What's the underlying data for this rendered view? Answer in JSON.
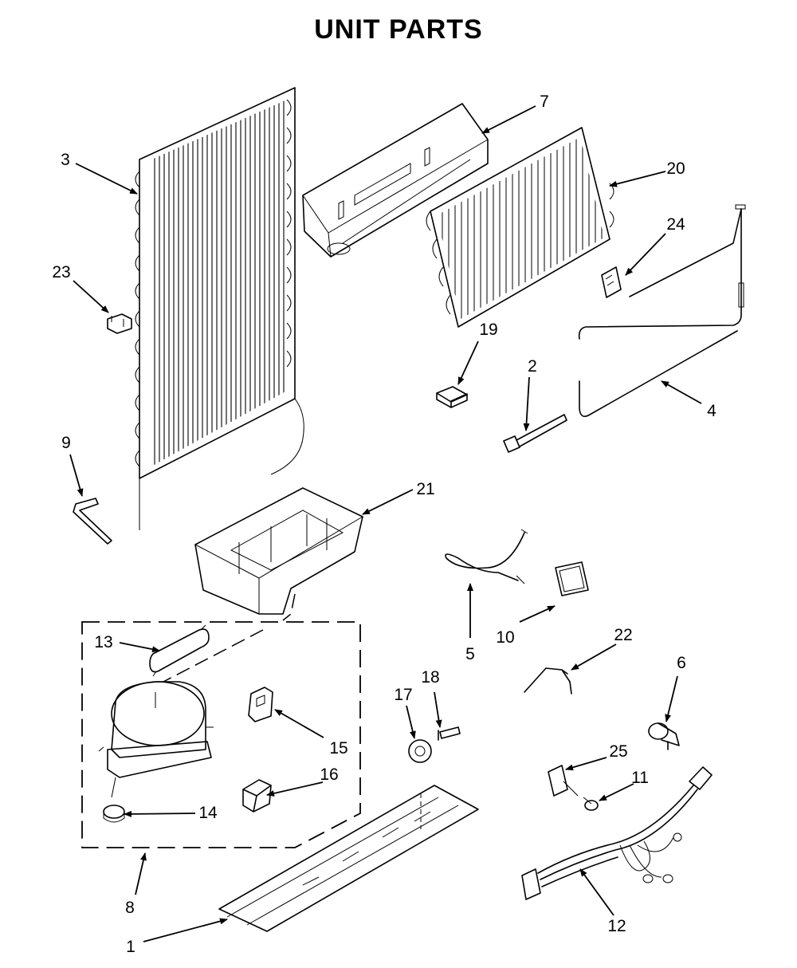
{
  "title": "UNIT PARTS",
  "callouts": [
    "1",
    "2",
    "3",
    "4",
    "5",
    "6",
    "7",
    "8",
    "9",
    "10",
    "11",
    "12",
    "13",
    "14",
    "15",
    "16",
    "17",
    "18",
    "19",
    "20",
    "21",
    "22",
    "23",
    "24",
    "25"
  ]
}
